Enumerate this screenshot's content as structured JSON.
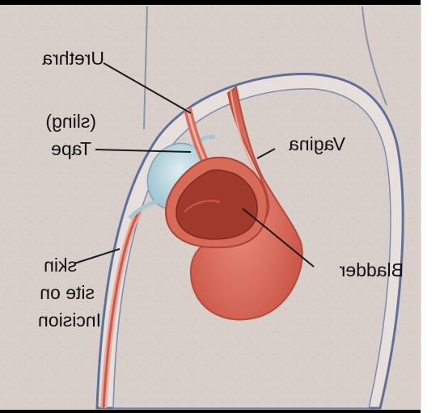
{
  "figure": {
    "mirrored": true,
    "colors": {
      "background": "#d7cdc9",
      "skin": "#e8e1de",
      "outline": "#5c6f96",
      "bladder": "#d96a5a",
      "bladder_inner": "#a23b2e",
      "vagina": "#d9705c",
      "tape": "#b9d7de",
      "frame": "#000000"
    },
    "labels": {
      "urethra": "Urethra",
      "tape_line1": "Tape",
      "tape_line2": "(sling)",
      "vagina": "Vagina",
      "bladder": "Bladder",
      "incision_line1": "Incision",
      "incision_line2": "site on",
      "incision_line3": "skin"
    }
  }
}
